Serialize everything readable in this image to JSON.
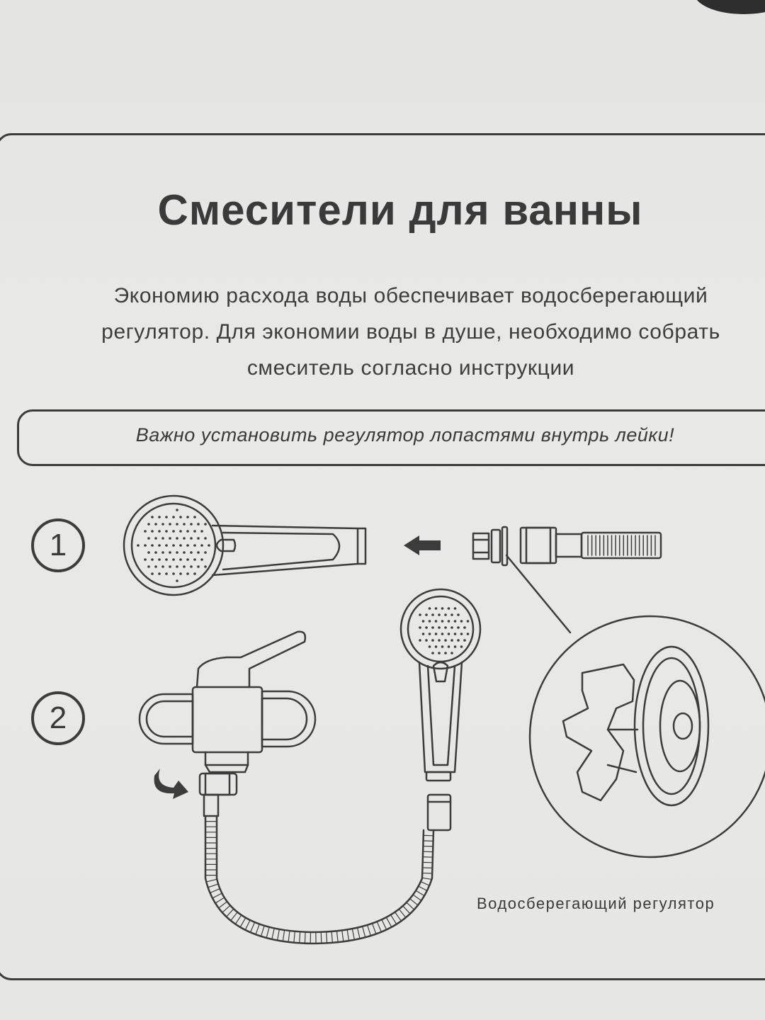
{
  "document": {
    "title": "Смесители для ванны",
    "description_lines": [
      "Экономию расхода воды обеспечивает водосберегающий",
      "регулятор. Для экономии воды в душе, необходимо собрать",
      "смеситель согласно инструкции"
    ],
    "note": "Важно установить регулятор лопастями внутрь лейки!",
    "steps": [
      {
        "number": "1"
      },
      {
        "number": "2"
      }
    ],
    "regulator_caption": "Водосберегающий регулятор"
  },
  "colors": {
    "ink": "#3c3c3c",
    "paper": "#e7e7e5"
  },
  "icons": [
    "shower-head-icon",
    "arrow-left-icon",
    "water-saving-regulator-icon",
    "hose-nut-icon",
    "mixer-faucet-icon",
    "flexible-hose-icon",
    "rotate-arrow-icon",
    "regulator-magnified-icon"
  ]
}
